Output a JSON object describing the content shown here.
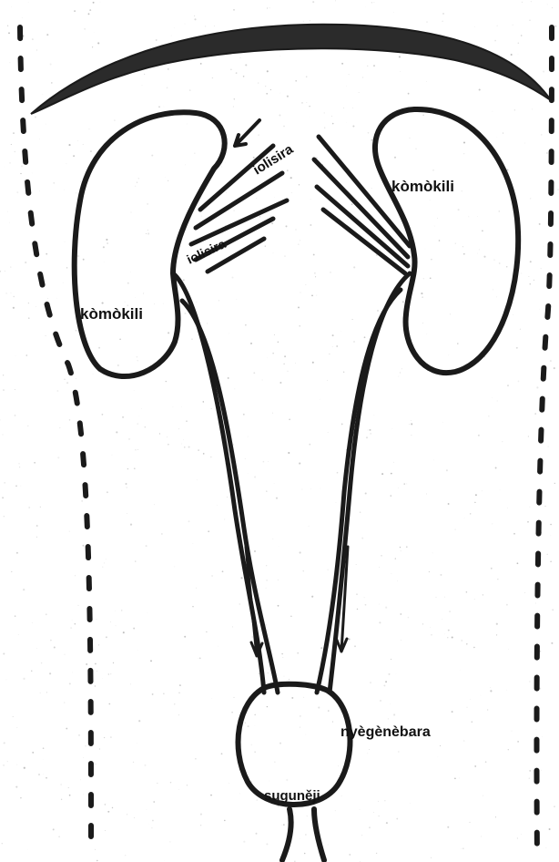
{
  "labels": {
    "kidney_left": "kòmòkili",
    "kidney_right": "kòmòkili",
    "vessel_upper": "iolisira",
    "vessel_lower": "iolisira",
    "bladder": "nyègènèbara",
    "urethra": "suguněji"
  },
  "colors": {
    "ink": "#1a1a1a",
    "paper": "#ffffff"
  }
}
